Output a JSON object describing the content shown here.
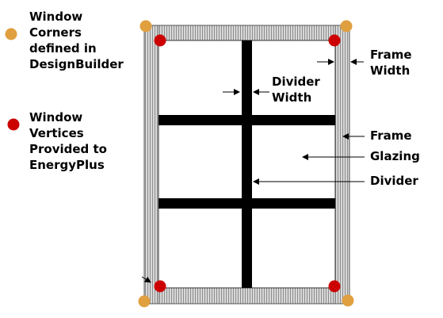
{
  "legend": {
    "corner_label": "Window\nCorners\ndefined in\nDesignBuilder",
    "vertex_label": "Window\nVertices\nProvided to\nEnergyPlus"
  },
  "annotations": {
    "frame_width": "Frame\nWidth",
    "divider_width": "Divider\nWidth",
    "frame": "Frame",
    "glazing": "Glazing",
    "divider": "Divider"
  },
  "colors": {
    "corner_marker": "#E0A040",
    "vertex_marker": "#CC0000",
    "frame_fill": "#D8D8D8",
    "frame_hatch": "#8C8C8C",
    "divider": "#000000",
    "glazing": "#FFFFFF",
    "text": "#000000"
  }
}
